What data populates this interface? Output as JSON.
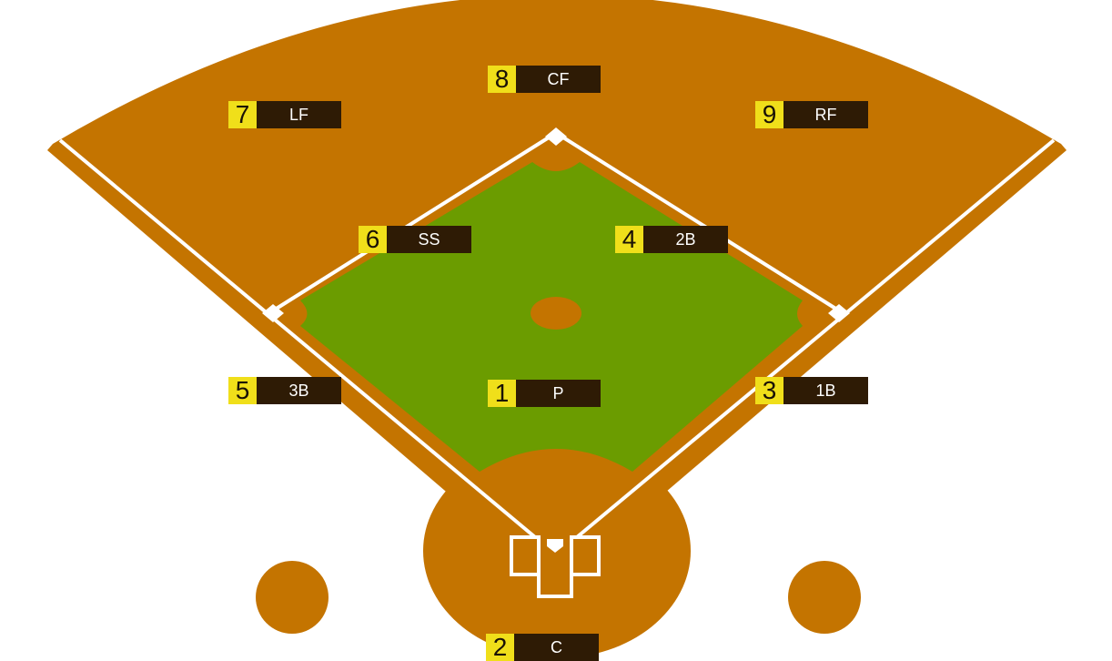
{
  "colors": {
    "dirt": "#c47400",
    "grass": "#6b9c00",
    "chalk": "#ffffff",
    "number_badge": "#f0df1a",
    "label_bar": "#2e1b05"
  },
  "positions": [
    {
      "number": "1",
      "abbr": "P"
    },
    {
      "number": "2",
      "abbr": "C"
    },
    {
      "number": "3",
      "abbr": "1B"
    },
    {
      "number": "4",
      "abbr": "2B"
    },
    {
      "number": "5",
      "abbr": "3B"
    },
    {
      "number": "6",
      "abbr": "SS"
    },
    {
      "number": "7",
      "abbr": "LF"
    },
    {
      "number": "8",
      "abbr": "CF"
    },
    {
      "number": "9",
      "abbr": "RF"
    }
  ]
}
